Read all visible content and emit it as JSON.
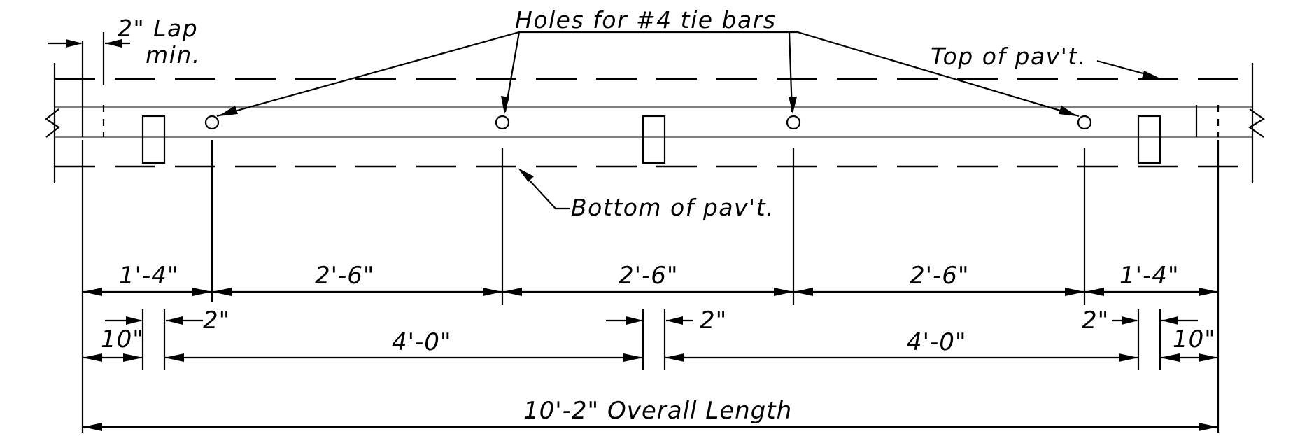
{
  "labels": {
    "holes": "Holes for #4 tie bars",
    "top": "Top of pav't.",
    "bottom": "Bottom of pav't.",
    "lap_line1": "2\" Lap",
    "lap_line2": "min."
  },
  "dimensions": {
    "end_left": "1'-4\"",
    "span_1": "2'-6\"",
    "span_2": "2'-6\"",
    "span_3": "2'-6\"",
    "end_right": "1'-4\"",
    "ten_left": "10\"",
    "two_left": "2\"",
    "four_left": "4'-0\"",
    "two_mid": "2\"",
    "four_right": "4'-0\"",
    "two_right": "2\"",
    "ten_right": "10\"",
    "overall": "10'-2\" Overall Length"
  }
}
